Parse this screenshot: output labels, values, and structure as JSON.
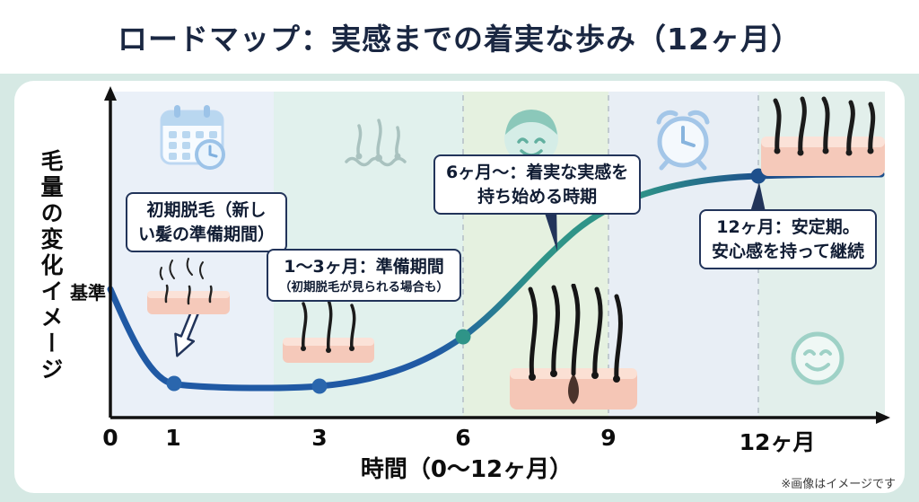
{
  "page": {
    "title": "ロードマップ：実感までの着実な歩み（12ヶ月）",
    "footnote": "※画像はイメージです"
  },
  "axes": {
    "y_axis_label": "毛量の変化イメージ",
    "baseline_label": "基準",
    "x_axis_label": "時間（0〜12ヶ月）",
    "x_ticks": [
      "0",
      "1",
      "3",
      "6",
      "9",
      "12ヶ月"
    ]
  },
  "callouts": [
    {
      "id": "initial-shedding",
      "anchor_month": 1,
      "lines": [
        "初期脱毛（新し",
        "い髪の準備期間）"
      ]
    },
    {
      "id": "preparation-period",
      "anchor_month": 3,
      "lines": [
        "1〜3ヶ月：準備期間",
        "（初期脱毛が見られる場合も）"
      ]
    },
    {
      "id": "steady-results",
      "anchor_month": 6,
      "lines": [
        "6ヶ月〜：着実な実感を",
        "持ち始める時期"
      ]
    },
    {
      "id": "stable-period",
      "anchor_month": 12,
      "lines": [
        "12ヶ月：安定期。",
        "安心感を持って継続"
      ]
    }
  ],
  "icons": [
    "calendar-clock-icon",
    "hair-follicles-icon",
    "smiling-face-icon",
    "alarm-clock-icon",
    "dense-hair-illustration",
    "shedding-hair-illustration",
    "early-growth-illustration",
    "thick-growth-illustration",
    "smiley-outline-icon"
  ],
  "colors": {
    "background": "#d6e9e4",
    "card": "#ffffff",
    "title_text": "#1a2742",
    "curve_blue": "#2059a4",
    "curve_teal": "#2f9488",
    "dot_blue": "#2a66ad",
    "dot_teal": "#2f9488",
    "dot_dark_blue": "#1d4f8c",
    "callout_border": "#22345a",
    "band_phase1": "#eaf0f8",
    "band_phase2": "#e1f1ed",
    "band_phase3": "#e5f1e0",
    "band_phase4": "#e8eef5",
    "band_phase5": "#e2efeb"
  },
  "chart_data": {
    "type": "line",
    "title": "ロードマップ：実感までの着実な歩み（12ヶ月）",
    "xlabel": "時間（0〜12ヶ月）",
    "ylabel": "毛量の変化イメージ",
    "x_ticks": [
      "0",
      "1",
      "3",
      "6",
      "9",
      "12ヶ月"
    ],
    "x_months": [
      0,
      1,
      3,
      6,
      9,
      12,
      14
    ],
    "hair_volume_vs_baseline": [
      0,
      -1.0,
      -1.05,
      -0.55,
      0.7,
      1.3,
      1.32
    ],
    "baseline": {
      "label": "基準",
      "value": 0
    },
    "shape_note": "基準から初期脱毛で低下（1〜3ヶ月で底）、その後S字状に回復・増加し12ヶ月で安定・横ばい",
    "markers": [
      {
        "month": 1,
        "color": "#2a66ad"
      },
      {
        "month": 3,
        "color": "#2a66ad"
      },
      {
        "month": 6,
        "color": "#2f9488"
      },
      {
        "month": 12,
        "color": "#1d4f8c"
      }
    ],
    "annotations": [
      "初期脱毛（新しい髪の準備期間）",
      "1〜3ヶ月：準備期間（初期脱毛が見られる場合も）",
      "6ヶ月〜：着実な実感を持ち始める時期",
      "12ヶ月：安定期。安心感を持って継続"
    ],
    "grid": false,
    "legend": false
  }
}
